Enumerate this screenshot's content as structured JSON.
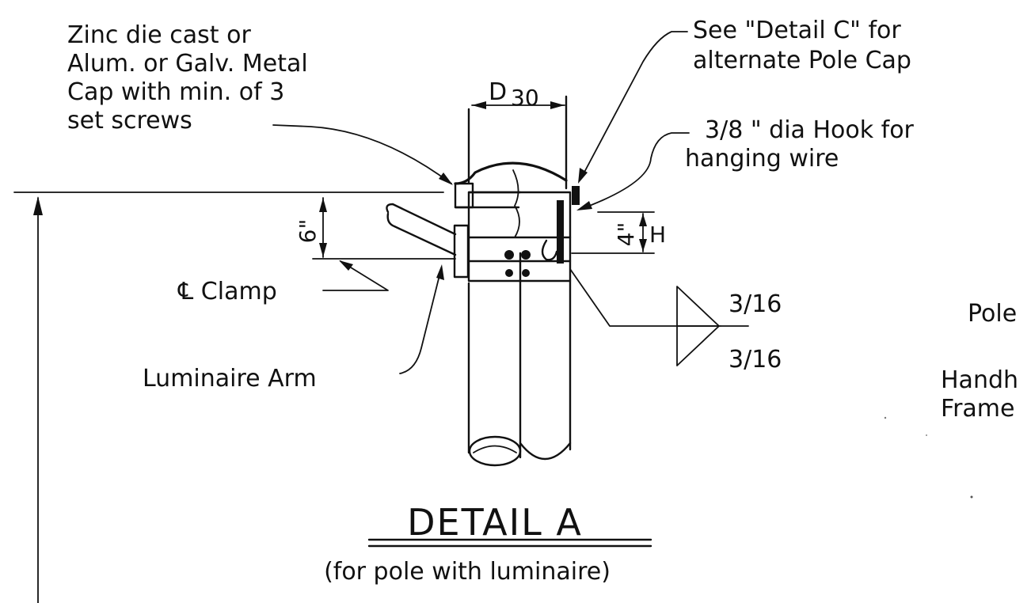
{
  "labels": {
    "cap_line1": "Zinc die cast or",
    "cap_line2": "Alum. or Galv. Metal",
    "cap_line3": "Cap with min. of 3",
    "cap_line4": "set screws",
    "detail_c_line1": "See \"Detail C\" for",
    "detail_c_line2": "alternate Pole Cap",
    "hook_line1": "3/8 \" dia Hook for",
    "hook_line2": "hanging wire",
    "dim_d_base": "D",
    "dim_d_sub": "30",
    "dim_six": "6\"",
    "dim_four": "4\"",
    "dim_h": "H",
    "clamp": "℄ Clamp",
    "luminaire_arm": "Luminaire Arm",
    "weld_top": "3/16",
    "weld_bottom": "3/16",
    "pole": "Pole",
    "handhole_line1": "Handh",
    "handhole_line2": "Frame"
  },
  "title": {
    "main": "DETAIL A",
    "sub": "(for pole with luminaire)"
  },
  "colors": {
    "ink": "#111111",
    "paper": "#ffffff"
  }
}
